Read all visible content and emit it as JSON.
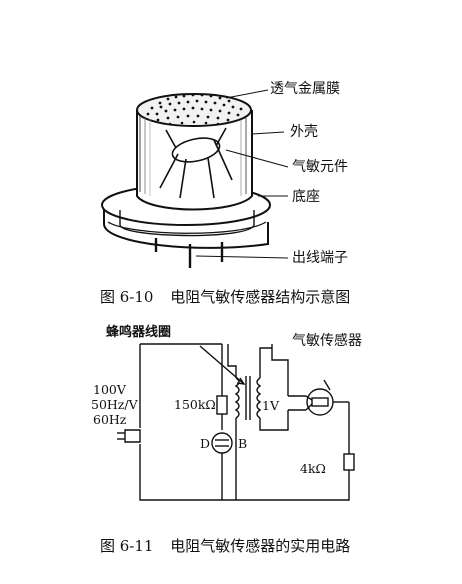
{
  "figure1": {
    "caption_num": "图 6-10",
    "caption_text": "电阻气敏传感器结构示意图",
    "labels": {
      "membrane": "透气金属膜",
      "shell": "外壳",
      "element": "气敏元件",
      "base": "底座",
      "terminal": "出线端子"
    }
  },
  "figure2": {
    "caption_num": "图 6-11",
    "caption_text": "电阻气敏传感器的实用电路",
    "labels": {
      "buzzer_coil": "蜂鸣器线圈",
      "gas_sensor": "气敏传感器",
      "supply_v": "100V",
      "supply_f": "50Hz/V",
      "supply_f2": "60Hz",
      "r1": "150kΩ",
      "v1": "1V",
      "d": "D",
      "b": "B",
      "r2": "4kΩ"
    }
  }
}
